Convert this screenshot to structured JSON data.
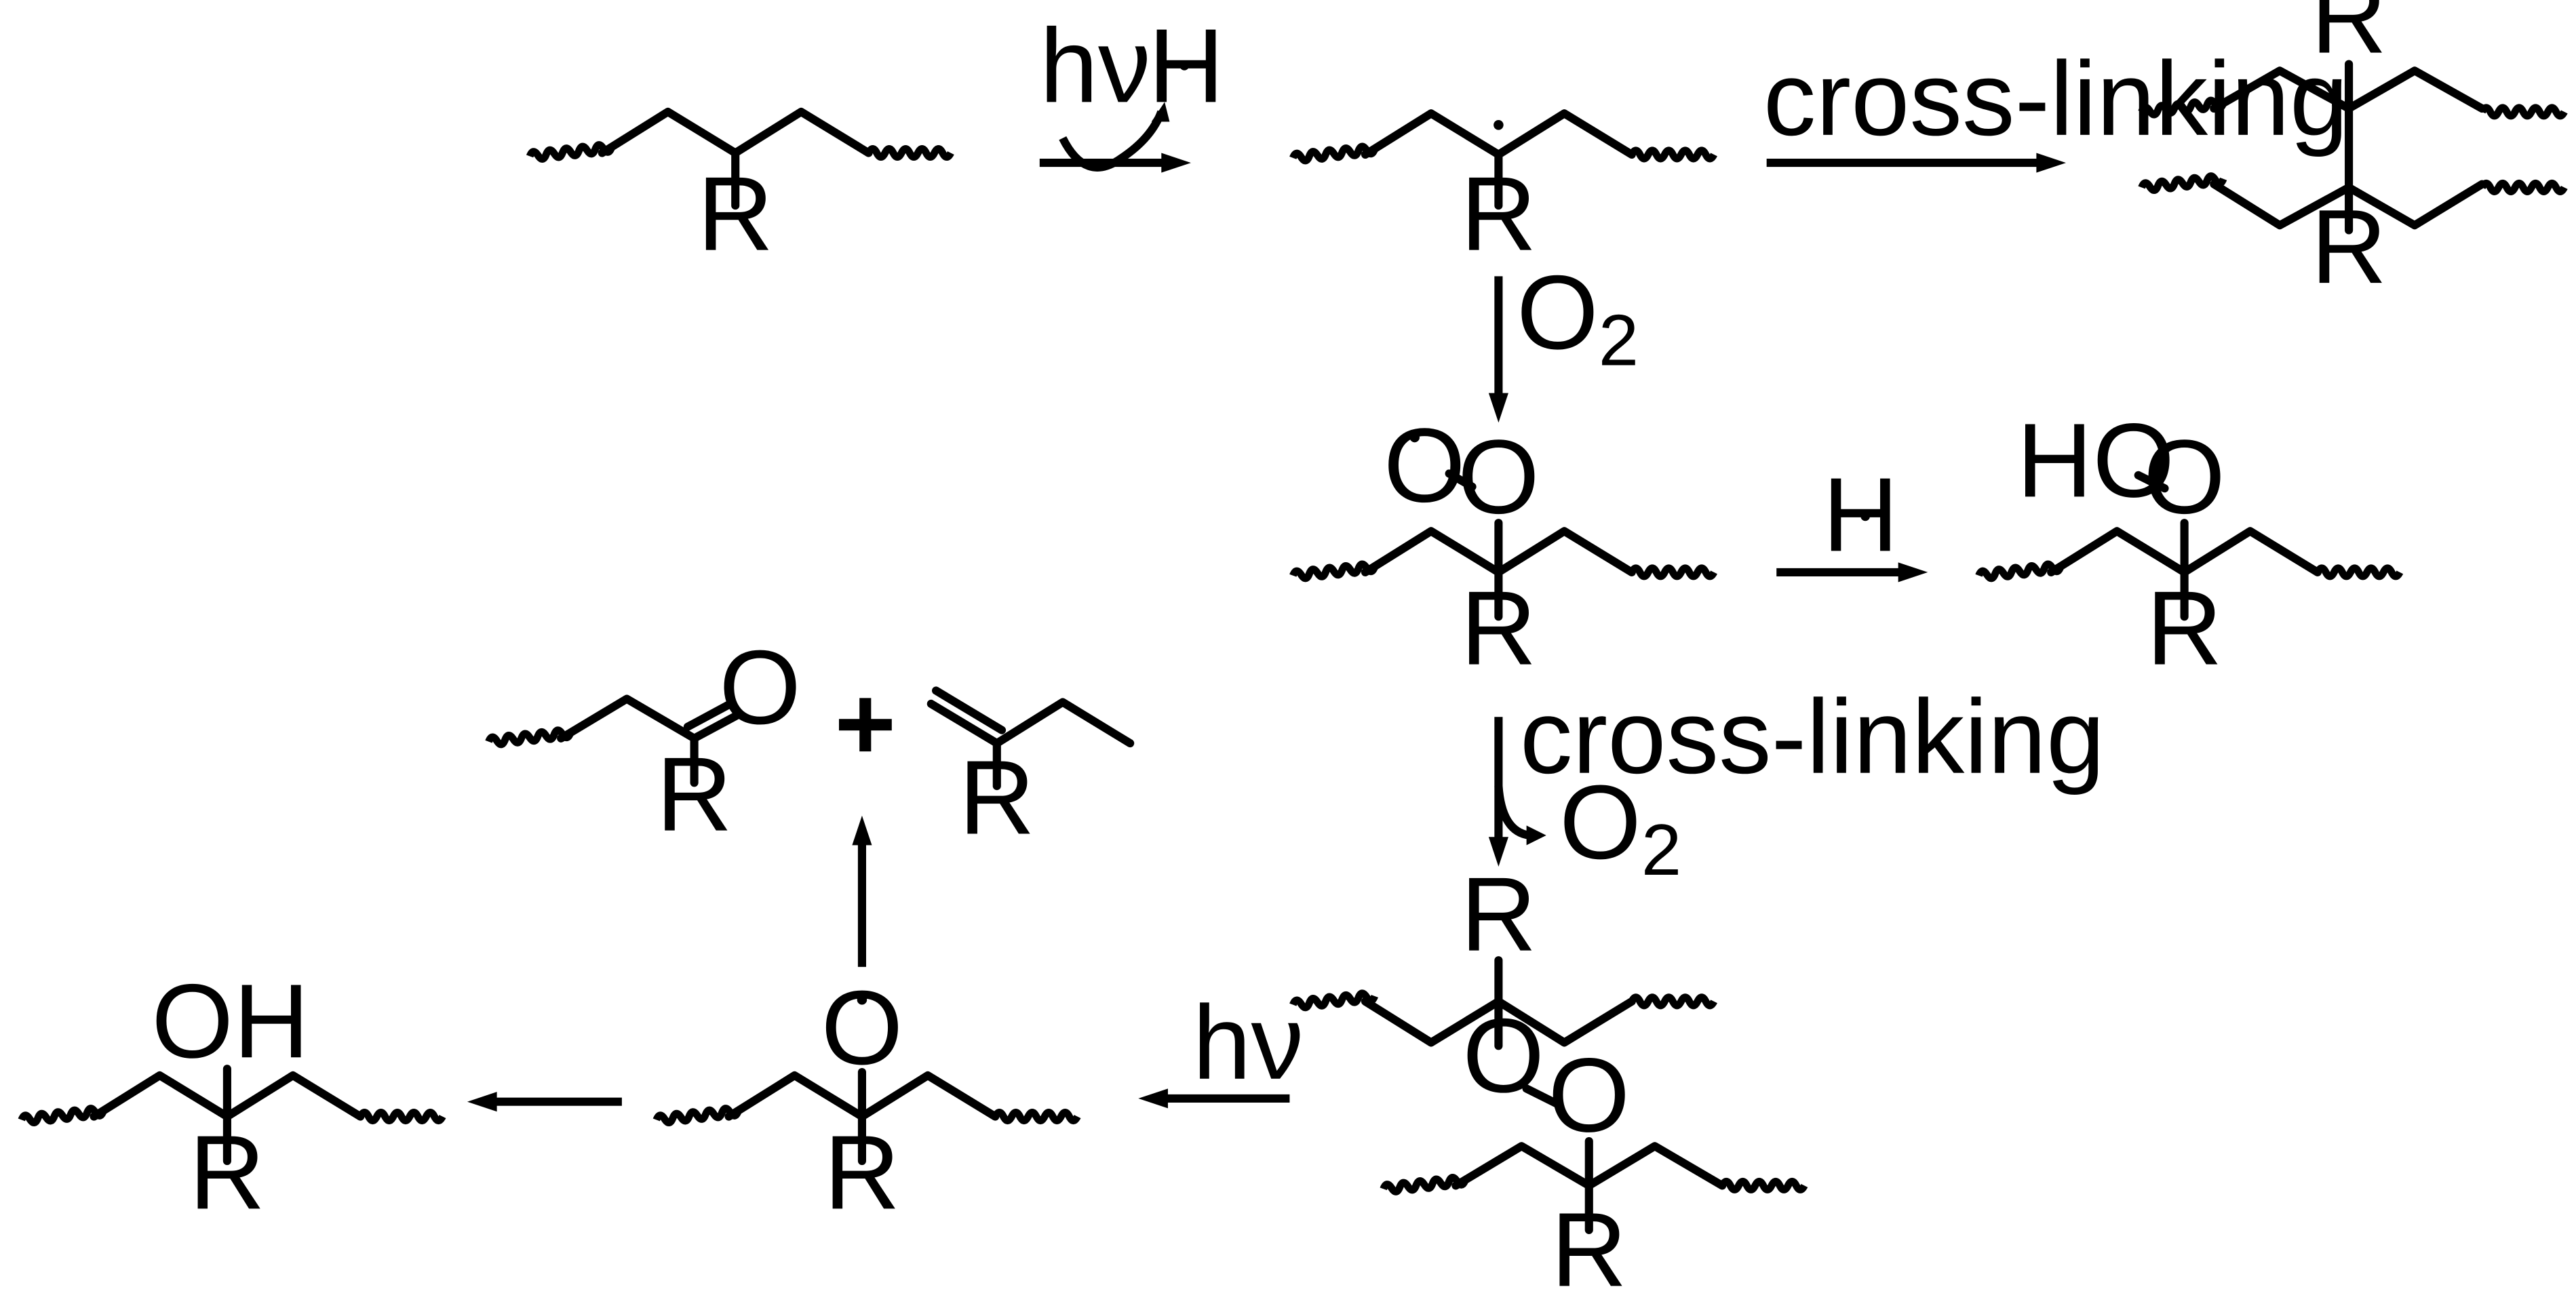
{
  "scheme": {
    "labels": {
      "hv_1": "hν",
      "h_radical_1": "H",
      "cross_linking_1": "cross-linking",
      "o2_1": "O",
      "o2_1_sub": "2",
      "h_radical_2": "H",
      "cross_linking_2": "cross-linking",
      "o2_2": "O",
      "o2_2_sub": "2",
      "hv_2": "hν",
      "plus": "+"
    },
    "atoms": {
      "m1_r": "R",
      "m2_r": "R",
      "m3_r_top": "R",
      "m3_r_bottom": "R",
      "m4_r": "R",
      "m4_o1": "O",
      "m4_o2": "O",
      "m5_r": "R",
      "m5_ho": "HO",
      "m5_o": "O",
      "m6_r_top": "R",
      "m6_o1": "O",
      "m6_o2": "O",
      "m6_r_bottom": "R",
      "m7_r": "R",
      "m7_o": "O",
      "m8_r": "R",
      "m8_oh": "OH",
      "m9_r": "R",
      "m9_o": "O",
      "m10_r": "R"
    }
  }
}
